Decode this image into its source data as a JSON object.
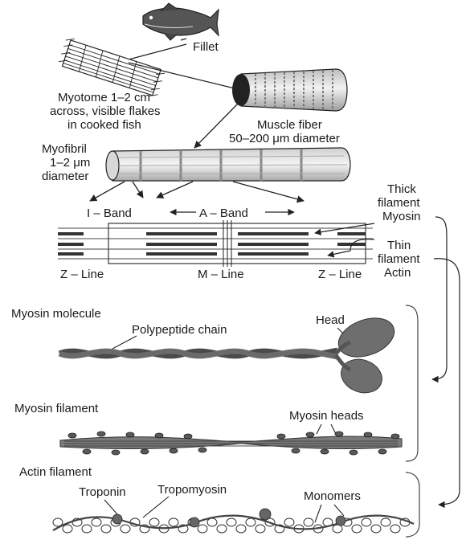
{
  "labels": {
    "fillet": "Fillet",
    "myotome_line1": "Myotome 1–2 cm",
    "myotome_line2": "across, visible flakes",
    "myotome_line3": "in cooked fish",
    "muscle_fiber_line1": "Muscle fiber",
    "muscle_fiber_line2": "50–200 μm diameter",
    "myofibril_line1": "Myofibril",
    "myofibril_line2": "1–2 μm",
    "myofibril_line3": "diameter",
    "i_band": "I – Band",
    "a_band": "A – Band",
    "thick_line1": "Thick",
    "thick_line2": "filament",
    "thick_line3": "Myosin",
    "thin_line1": "Thin",
    "thin_line2": "filament",
    "thin_line3": "Actin",
    "z_line_left": "Z – Line",
    "m_line": "M – Line",
    "z_line_right": "Z – Line",
    "myosin_molecule": "Myosin molecule",
    "polypeptide_chain": "Polypeptide chain",
    "head": "Head",
    "myosin_filament": "Myosin filament",
    "myosin_heads": "Myosin heads",
    "actin_filament": "Actin filament",
    "troponin": "Troponin",
    "tropomyosin": "Tropomyosin",
    "monomers": "Monomers"
  }
}
